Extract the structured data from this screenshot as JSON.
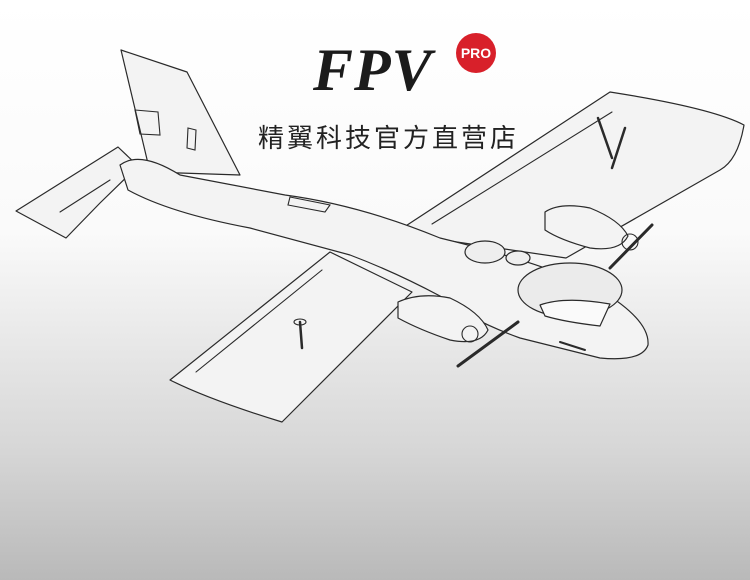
{
  "brand": {
    "logo_text": "FPV",
    "badge_text": "PRO",
    "badge_color": "#d8202a",
    "store_name": "精翼科技官方直营店"
  },
  "illustration": {
    "subject": "airplane-line-drawing-icon"
  }
}
